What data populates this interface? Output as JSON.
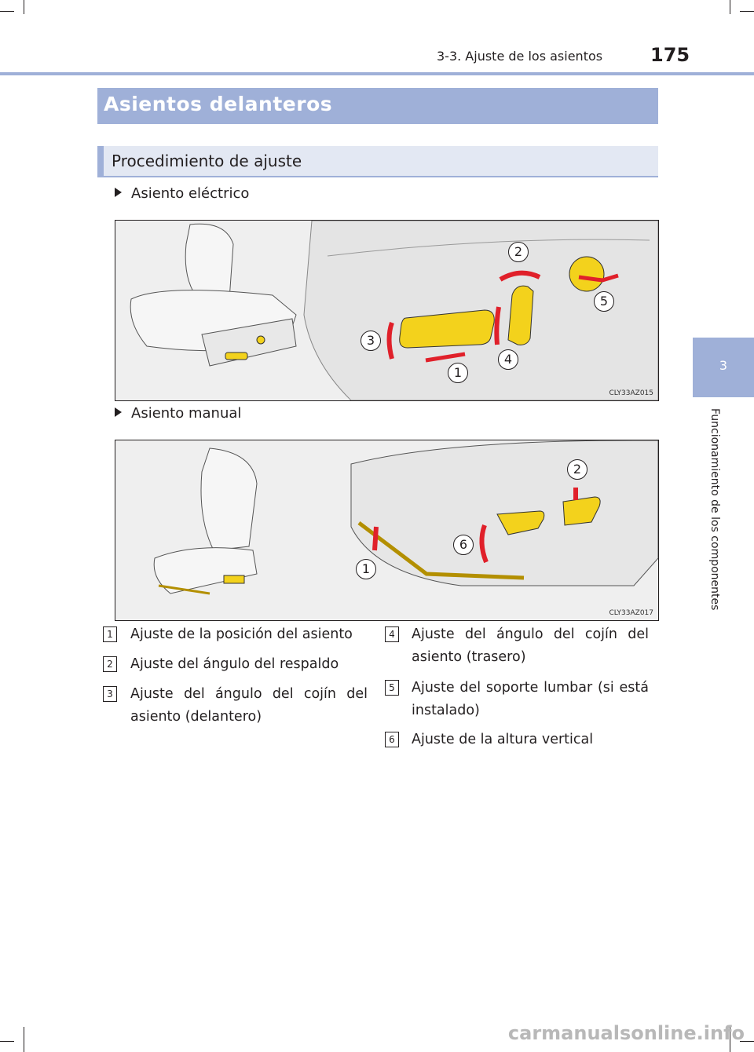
{
  "header": {
    "section": "3-3. Ajuste de los asientos",
    "page_number": "175"
  },
  "side_tab": {
    "number": "3",
    "chapter": "Funcionamiento de los componentes"
  },
  "title": "Asientos delanteros",
  "subtitle": "Procedimiento de ajuste",
  "figures": [
    {
      "bullet": "Asiento eléctrico",
      "code": "CLY33AZ015",
      "callouts": [
        "2",
        "5",
        "3",
        "1",
        "4"
      ]
    },
    {
      "bullet": "Asiento manual",
      "code": "CLY33AZ017",
      "callouts": [
        "2",
        "6",
        "1"
      ]
    }
  ],
  "captions": [
    {
      "num": "1",
      "text": "Ajuste de la posición del asiento"
    },
    {
      "num": "2",
      "text": "Ajuste del ángulo del respaldo"
    },
    {
      "num": "3",
      "text": "Ajuste del ángulo del cojín del asiento (delantero)"
    },
    {
      "num": "4",
      "text": "Ajuste del ángulo del cojín del asiento (trasero)"
    },
    {
      "num": "5",
      "text": "Ajuste del soporte lumbar (si está instalado)"
    },
    {
      "num": "6",
      "text": "Ajuste de la altura vertical"
    }
  ],
  "watermark": "carmanualsonline.info",
  "colors": {
    "accent": "#9fb0d8",
    "control_yellow": "#f3d21c",
    "arrow_red": "#e0202a"
  }
}
